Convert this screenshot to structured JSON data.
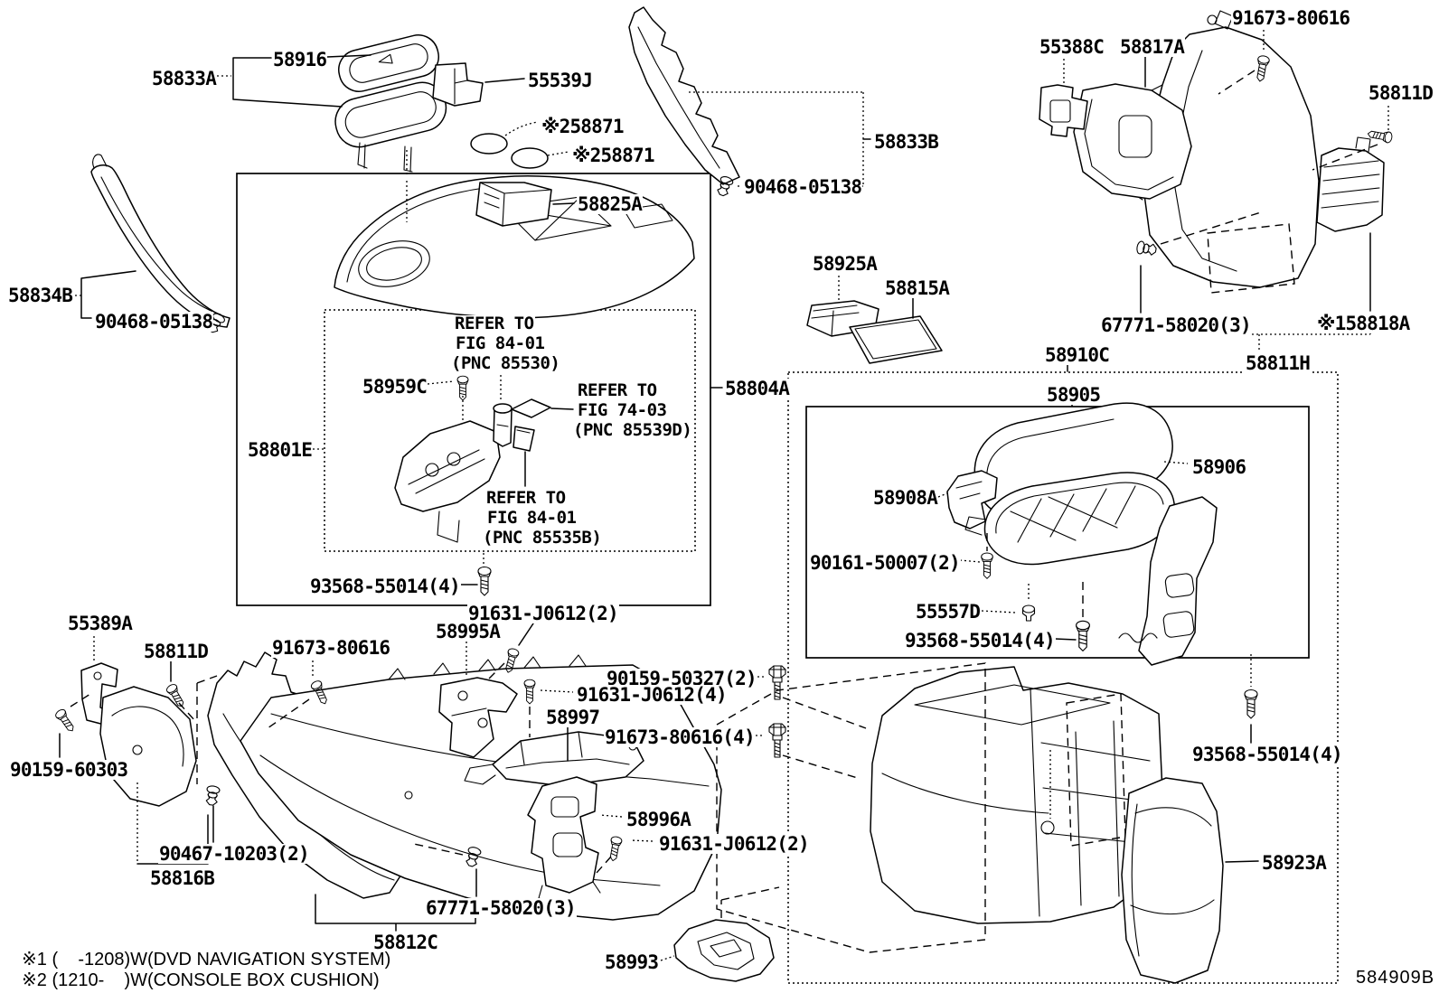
{
  "diagram_code": "584909B",
  "footnotes": {
    "note1": "※1 (    -1208)W(DVD NAVIGATION SYSTEM)",
    "note2": "※2 (1210-    )W(CONSOLE BOX CUSHION)"
  },
  "labels": [
    "58833A",
    "58916",
    "55539J",
    "※258871",
    "※258871",
    "58825A",
    "58833B",
    "90468-05138",
    "58834B",
    "90468-05138",
    "58801E",
    "58959C",
    "REFER TO",
    "FIG 84-01",
    "(PNC 85530)",
    "REFER TO",
    "FIG 74-03",
    "(PNC 85539D)",
    "REFER TO",
    "FIG 84-01",
    "(PNC 85535B)",
    "93568-55014(4)",
    "58804A",
    "55389A",
    "58811D",
    "91673-80616",
    "91631-J0612(2)",
    "58995A",
    "90159-50327(2)",
    "91631-J0612(4)",
    "58997",
    "91673-80616(4)",
    "90159-60303",
    "90467-10203(2)",
    "58816B",
    "58996A",
    "91631-J0612(2)",
    "67771-58020(3)",
    "58812C",
    "58993",
    "55388C",
    "58817A",
    "91673-80616",
    "58811D",
    "58925A",
    "58815A",
    "67771-58020(3)",
    "※158818A",
    "58910C",
    "58811H",
    "58905",
    "58908A",
    "58906",
    "90161-50007(2)",
    "55557D",
    "93568-55014(4)",
    "93568-55014(4)",
    "58923A"
  ]
}
